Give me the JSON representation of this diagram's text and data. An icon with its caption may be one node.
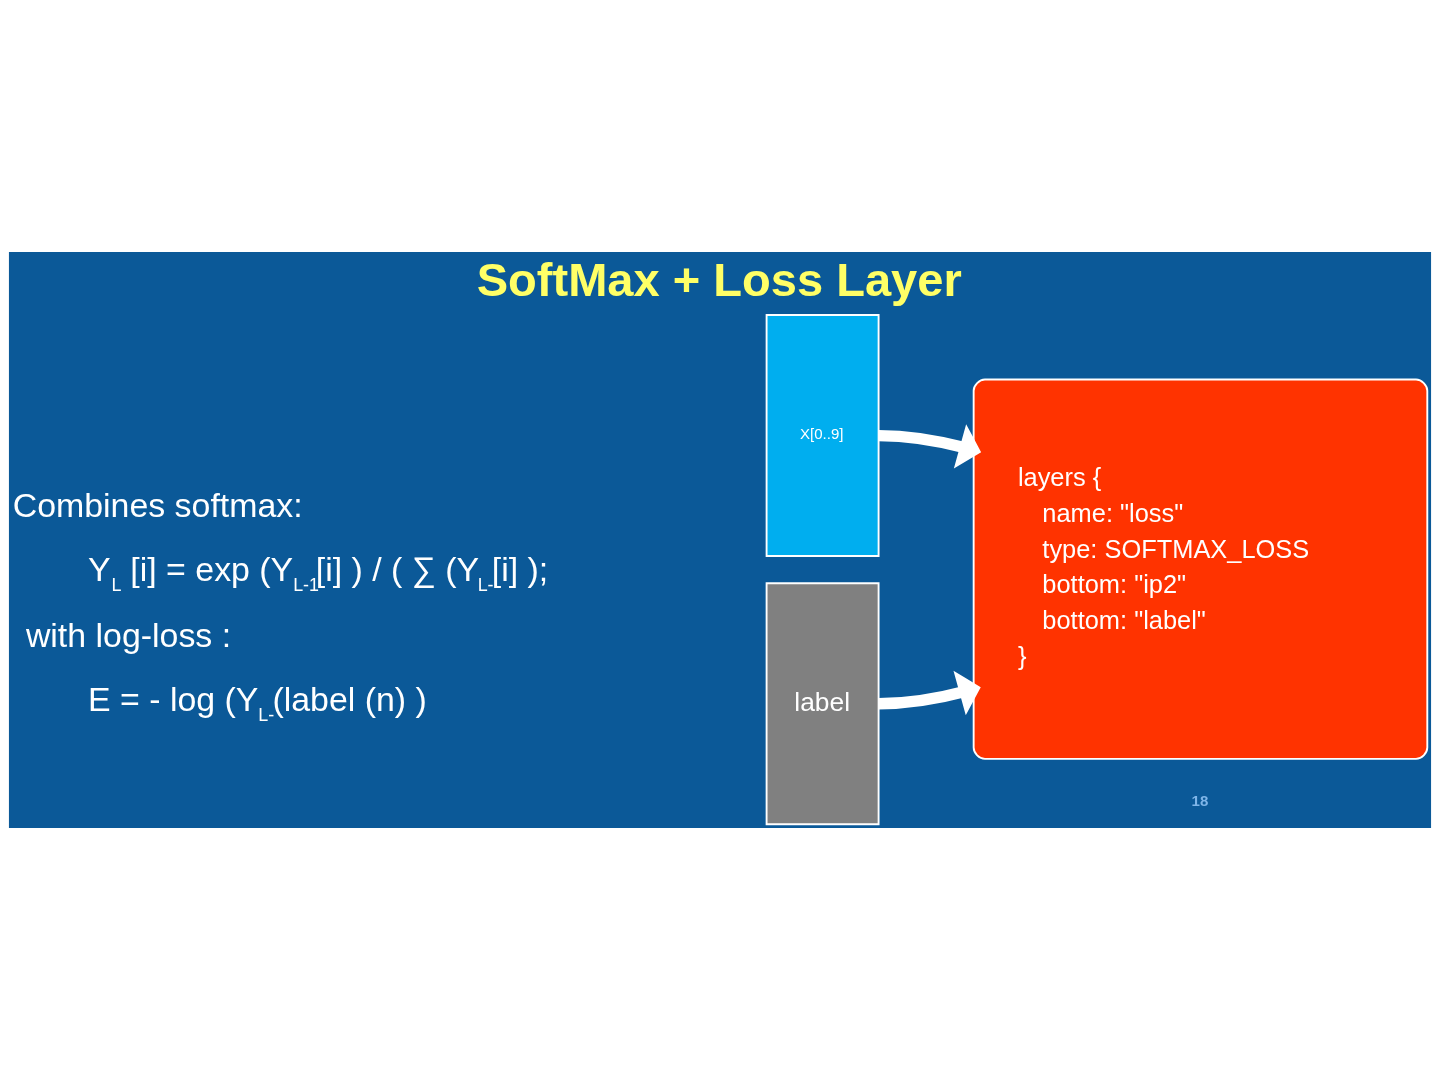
{
  "diagram": {
    "title": "SoftMax + Loss Layer",
    "nodes": [
      {
        "text": [
          "X[0..9]"
        ]
      },
      {
        "text": [
          "label"
        ]
      },
      {
        "text": [
          "layers {",
          "name: \"loss\"",
          "type: SOFTMAX_LOSS",
          "bottom: \"ip2\"",
          "bottom: \"label\"",
          "}"
        ]
      }
    ],
    "edges": [
      {
        "from": 0,
        "to": 2,
        "arrow": "to"
      },
      {
        "from": 1,
        "to": 2,
        "arrow": "to"
      }
    ],
    "labels": [
      "Combines softmax:",
      "Y$_{L}$ [i] = exp (Y$_{L-1}$[i] ) / ( ∑ (Y$_{L-}$[i] );",
      "with log-loss :",
      "E = - log (Y$_{L-}$(label (n) )",
      "18"
    ]
  }
}
